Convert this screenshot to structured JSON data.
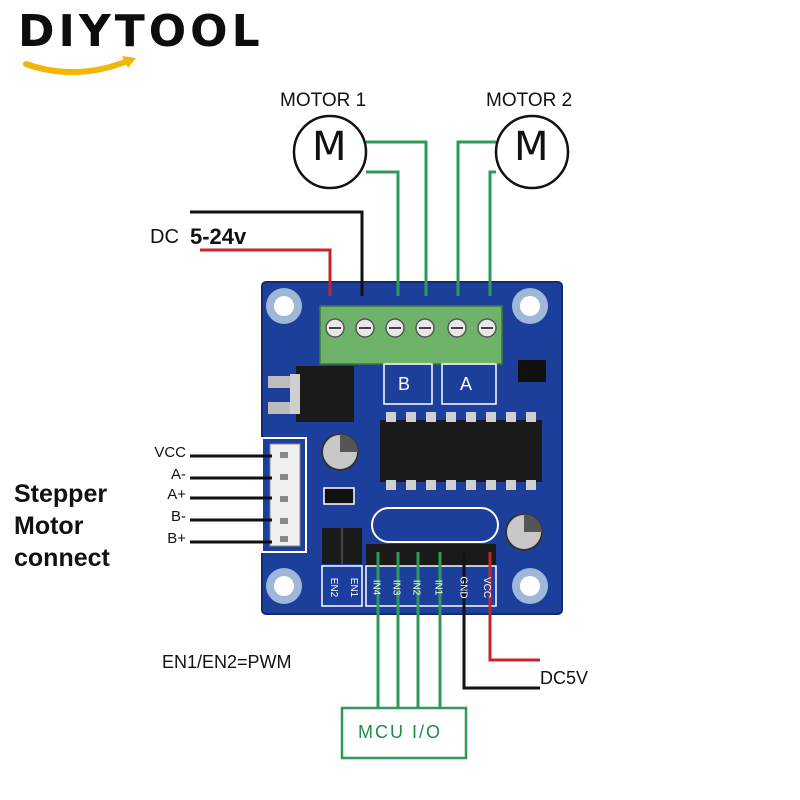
{
  "brand": {
    "name": "DIYTOOL"
  },
  "motors": [
    {
      "label": "MOTOR 1",
      "symbol": "M"
    },
    {
      "label": "MOTOR 2",
      "symbol": "M"
    }
  ],
  "power": {
    "dc_label": "DC",
    "voltage": "5-24v"
  },
  "stepper": {
    "title_lines": [
      "Stepper",
      "Motor",
      "connect"
    ],
    "pins": [
      "VCC",
      "A-",
      "A+",
      "B-",
      "B+"
    ]
  },
  "board": {
    "output_b": "B",
    "output_a": "A",
    "header_pins": [
      "EN2",
      "EN1",
      "IN4",
      "IN3",
      "IN2",
      "IN1",
      "GND",
      "VCC"
    ]
  },
  "notes": {
    "pwm": "EN1/EN2=PWM",
    "dc5v": "DC5V",
    "mcu": "MCU  I/O"
  },
  "colors": {
    "board": "#1d3f9c",
    "terminal": "#6fb36b",
    "wire_green": "#2f9a5a",
    "wire_red": "#c8232c",
    "wire_black": "#111111"
  }
}
